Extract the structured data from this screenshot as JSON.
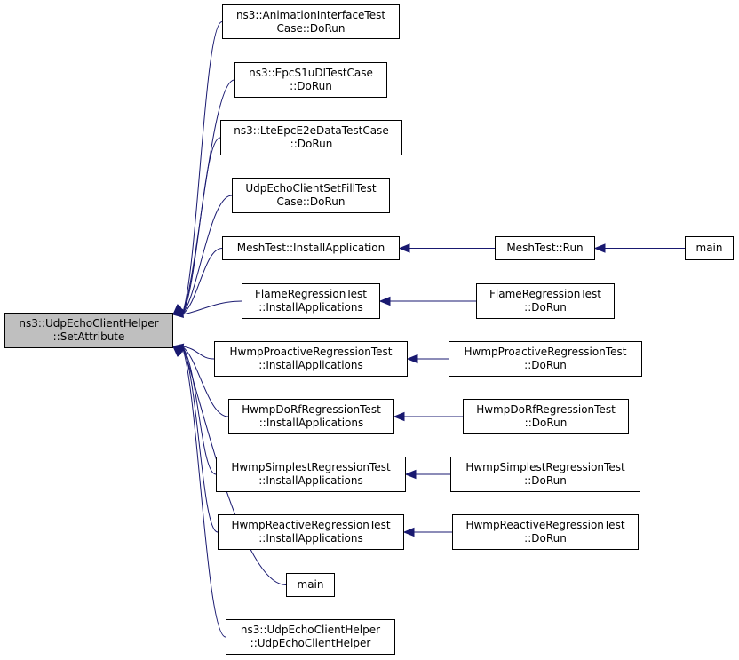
{
  "diagram": {
    "edge_color": "#191970",
    "focus_fill": "#bfbfbf",
    "nodes": {
      "focus": {
        "lines": [
          "ns3::UdpEchoClientHelper",
          "::SetAttribute"
        ]
      },
      "anim": {
        "lines": [
          "ns3::AnimationInterfaceTest",
          "Case::DoRun"
        ]
      },
      "epc": {
        "lines": [
          "ns3::EpcS1uDlTestCase",
          "::DoRun"
        ]
      },
      "lte": {
        "lines": [
          "ns3::LteEpcE2eDataTestCase",
          "::DoRun"
        ]
      },
      "udpfill": {
        "lines": [
          "UdpEchoClientSetFillTest",
          "Case::DoRun"
        ]
      },
      "meshinst": {
        "lines": [
          "MeshTest::InstallApplication"
        ]
      },
      "meshrun": {
        "lines": [
          "MeshTest::Run"
        ]
      },
      "main1": {
        "lines": [
          "main"
        ]
      },
      "flameinst": {
        "lines": [
          "FlameRegressionTest",
          "::InstallApplications"
        ]
      },
      "flamerun": {
        "lines": [
          "FlameRegressionTest",
          "::DoRun"
        ]
      },
      "proinst": {
        "lines": [
          "HwmpProactiveRegressionTest",
          "::InstallApplications"
        ]
      },
      "prorun": {
        "lines": [
          "HwmpProactiveRegressionTest",
          "::DoRun"
        ]
      },
      "dorfinst": {
        "lines": [
          "HwmpDoRfRegressionTest",
          "::InstallApplications"
        ]
      },
      "dorfrun": {
        "lines": [
          "HwmpDoRfRegressionTest",
          "::DoRun"
        ]
      },
      "siminst": {
        "lines": [
          "HwmpSimplestRegressionTest",
          "::InstallApplications"
        ]
      },
      "simrun": {
        "lines": [
          "HwmpSimplestRegressionTest",
          "::DoRun"
        ]
      },
      "reainst": {
        "lines": [
          "HwmpReactiveRegressionTest",
          "::InstallApplications"
        ]
      },
      "rearun": {
        "lines": [
          "HwmpReactiveRegressionTest",
          "::DoRun"
        ]
      },
      "main2": {
        "lines": [
          "main"
        ]
      },
      "ctor": {
        "lines": [
          "ns3::UdpEchoClientHelper",
          "::UdpEchoClientHelper"
        ]
      }
    },
    "edges": [
      {
        "from": "anim",
        "to": "focus"
      },
      {
        "from": "epc",
        "to": "focus"
      },
      {
        "from": "lte",
        "to": "focus"
      },
      {
        "from": "udpfill",
        "to": "focus"
      },
      {
        "from": "meshinst",
        "to": "focus"
      },
      {
        "from": "flameinst",
        "to": "focus"
      },
      {
        "from": "proinst",
        "to": "focus"
      },
      {
        "from": "dorfinst",
        "to": "focus"
      },
      {
        "from": "siminst",
        "to": "focus"
      },
      {
        "from": "reainst",
        "to": "focus"
      },
      {
        "from": "main2",
        "to": "focus"
      },
      {
        "from": "ctor",
        "to": "focus"
      },
      {
        "from": "meshrun",
        "to": "meshinst"
      },
      {
        "from": "main1",
        "to": "meshrun"
      },
      {
        "from": "flamerun",
        "to": "flameinst"
      },
      {
        "from": "prorun",
        "to": "proinst"
      },
      {
        "from": "dorfrun",
        "to": "dorfinst"
      },
      {
        "from": "simrun",
        "to": "siminst"
      },
      {
        "from": "rearun",
        "to": "reainst"
      }
    ]
  }
}
